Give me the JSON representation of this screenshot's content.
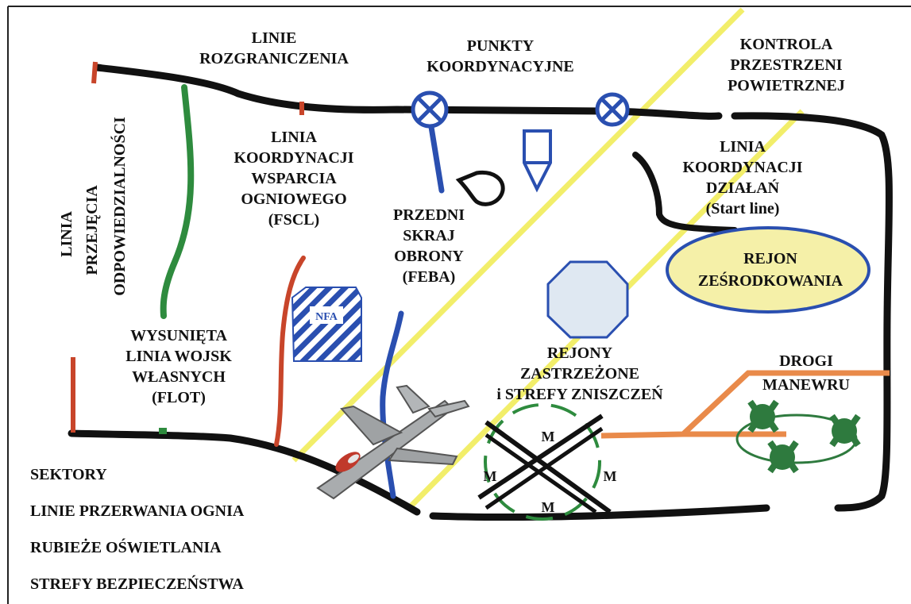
{
  "labels": {
    "linie_rozgraniczenia": [
      "LINIE",
      "ROZGRANICZENIA"
    ],
    "punkty_koordynacyjne": [
      "PUNKTY",
      "KOORDYNACYJNE"
    ],
    "kontrola_przestrzeni": [
      "KONTROLA",
      "PRZESTRZENI",
      "POWIETRZNEJ"
    ],
    "linia_przejecia": [
      "LINIA",
      "PRZEJĘCIA",
      "ODPOWIEDZIALNOŚCI"
    ],
    "fscl": [
      "LINIA",
      "KOORDYNACJI",
      "WSPARCIA",
      "OGNIOWEGO",
      "(FSCL)"
    ],
    "feba": [
      "PRZEDNI",
      "SKRAJ",
      "OBRONY",
      "(FEBA)"
    ],
    "start_line": [
      "LINIA",
      "KOORDYNACJI",
      "DZIAŁAŃ",
      "(Start  line)"
    ],
    "rejon_zeskodkowania": [
      "REJON",
      "ZEŚRODKOWANIA"
    ],
    "flot": [
      "WYSUNIĘTA",
      "LINIA WOJSK",
      "WŁASNYCH",
      "(FLOT)"
    ],
    "rejony_zastrzezone": [
      "REJONY",
      "ZASTRZEŻONE",
      "i STREFY  ZNISZCZEŃ"
    ],
    "drogi_manewru": [
      "DROGI",
      "MANEWRU"
    ],
    "nfa": "NFA",
    "mine_mark": "M"
  },
  "bottom_list": [
    "SEKTORY",
    "LINIE PRZERWANIA OGNIA",
    "RUBIEŻE OŚWIETLANIA",
    "STREFY BEZPIECZEŃSTWA"
  ],
  "colors": {
    "black_line": "#111111",
    "coordination_point": "#2a4fb0",
    "handover_line": "#2e8b3e",
    "flot_line": "#c8452a",
    "airspace_line": "#f2ee6a",
    "assembly_fill": "#f5f0a8",
    "assembly_stroke": "#2a4fb0",
    "maneuver_route": "#e98a4a",
    "tank": "#2e7a3e",
    "octagon_fill": "#dfe8f2"
  }
}
